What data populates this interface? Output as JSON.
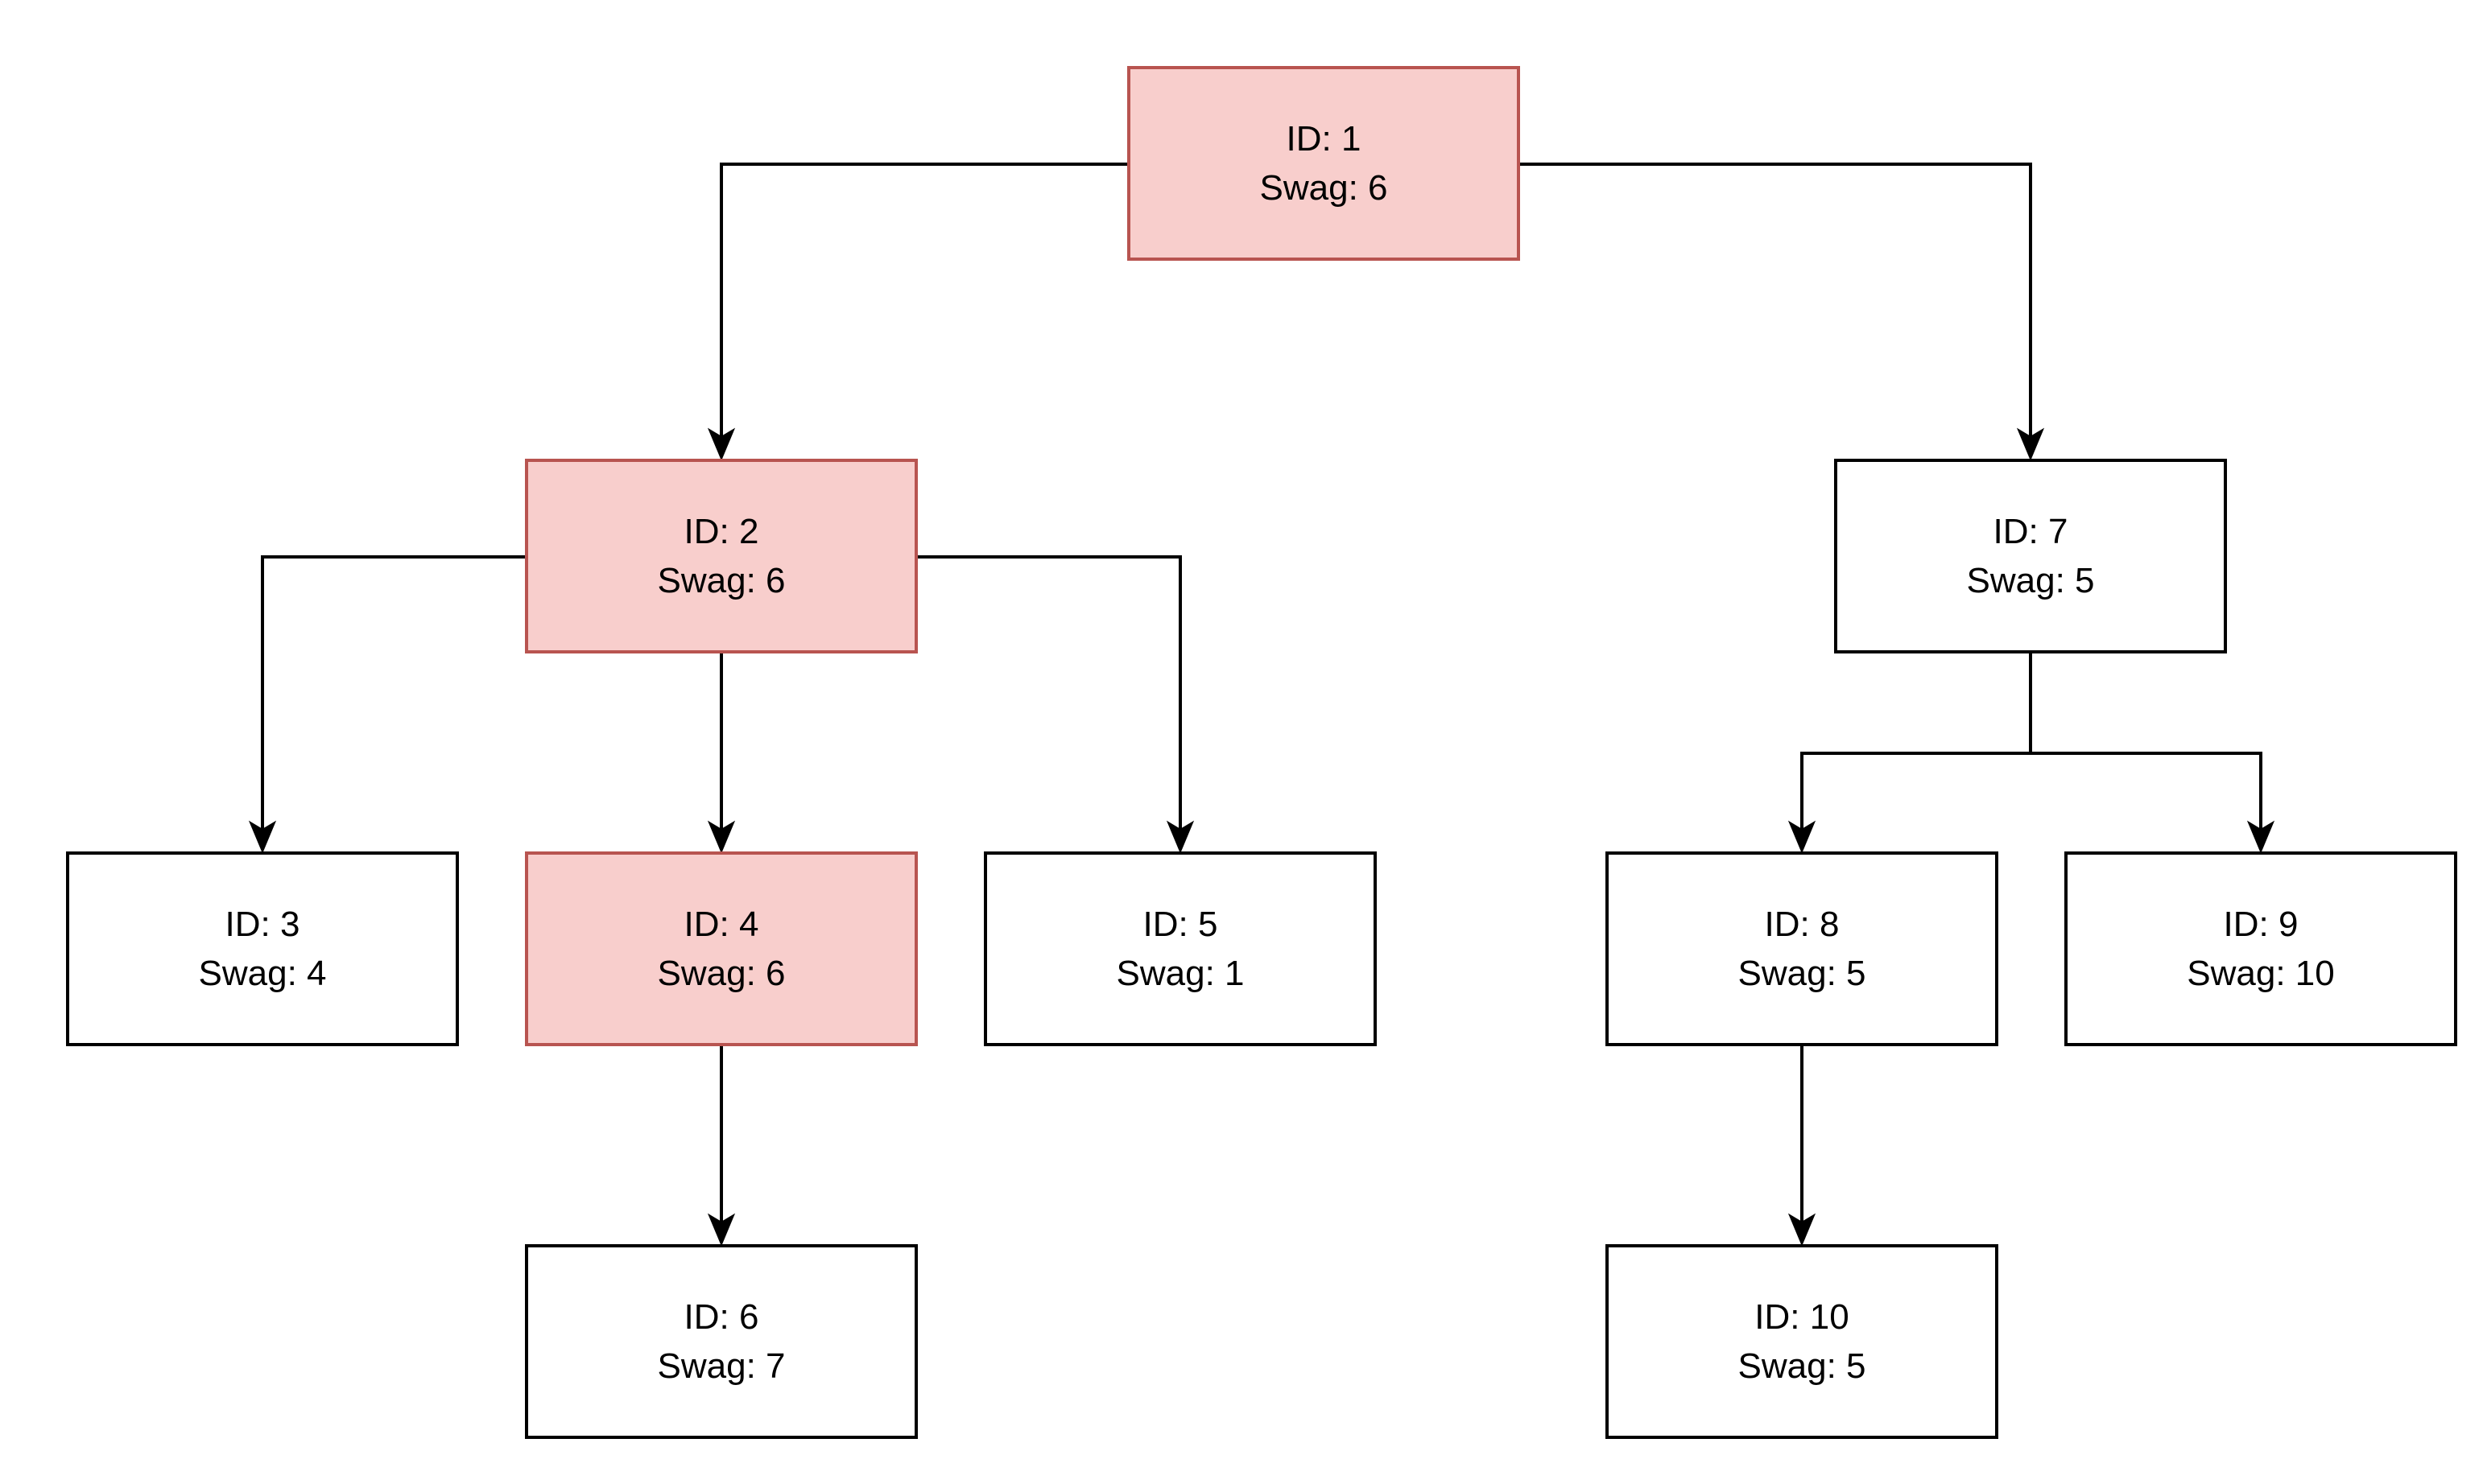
{
  "diagram": {
    "nodes": [
      {
        "key": "n1",
        "id_text": "ID: 1",
        "swag_text": "Swag: 6",
        "highlighted": true
      },
      {
        "key": "n2",
        "id_text": "ID: 2",
        "swag_text": "Swag: 6",
        "highlighted": true
      },
      {
        "key": "n3",
        "id_text": "ID: 3",
        "swag_text": "Swag: 4",
        "highlighted": false
      },
      {
        "key": "n4",
        "id_text": "ID: 4",
        "swag_text": "Swag: 6",
        "highlighted": true
      },
      {
        "key": "n5",
        "id_text": "ID: 5",
        "swag_text": "Swag: 1",
        "highlighted": false
      },
      {
        "key": "n6",
        "id_text": "ID: 6",
        "swag_text": "Swag: 7",
        "highlighted": false
      },
      {
        "key": "n7",
        "id_text": "ID: 7",
        "swag_text": "Swag: 5",
        "highlighted": false
      },
      {
        "key": "n8",
        "id_text": "ID: 8",
        "swag_text": "Swag: 5",
        "highlighted": false
      },
      {
        "key": "n9",
        "id_text": "ID: 9",
        "swag_text": "Swag: 10",
        "highlighted": false
      },
      {
        "key": "n10",
        "id_text": "ID: 10",
        "swag_text": "Swag: 5",
        "highlighted": false
      }
    ],
    "edges": [
      {
        "from": "ID: 1",
        "to": "ID: 2"
      },
      {
        "from": "ID: 1",
        "to": "ID: 7"
      },
      {
        "from": "ID: 2",
        "to": "ID: 3"
      },
      {
        "from": "ID: 2",
        "to": "ID: 4"
      },
      {
        "from": "ID: 2",
        "to": "ID: 5"
      },
      {
        "from": "ID: 4",
        "to": "ID: 6"
      },
      {
        "from": "ID: 7",
        "to": "ID: 8"
      },
      {
        "from": "ID: 7",
        "to": "ID: 9"
      },
      {
        "from": "ID: 8",
        "to": "ID: 10"
      }
    ],
    "colors": {
      "highlight_fill": "#f8cecc",
      "highlight_stroke": "#b85450",
      "default_fill": "#ffffff",
      "default_stroke": "#000000",
      "edge_color": "#000000"
    }
  }
}
